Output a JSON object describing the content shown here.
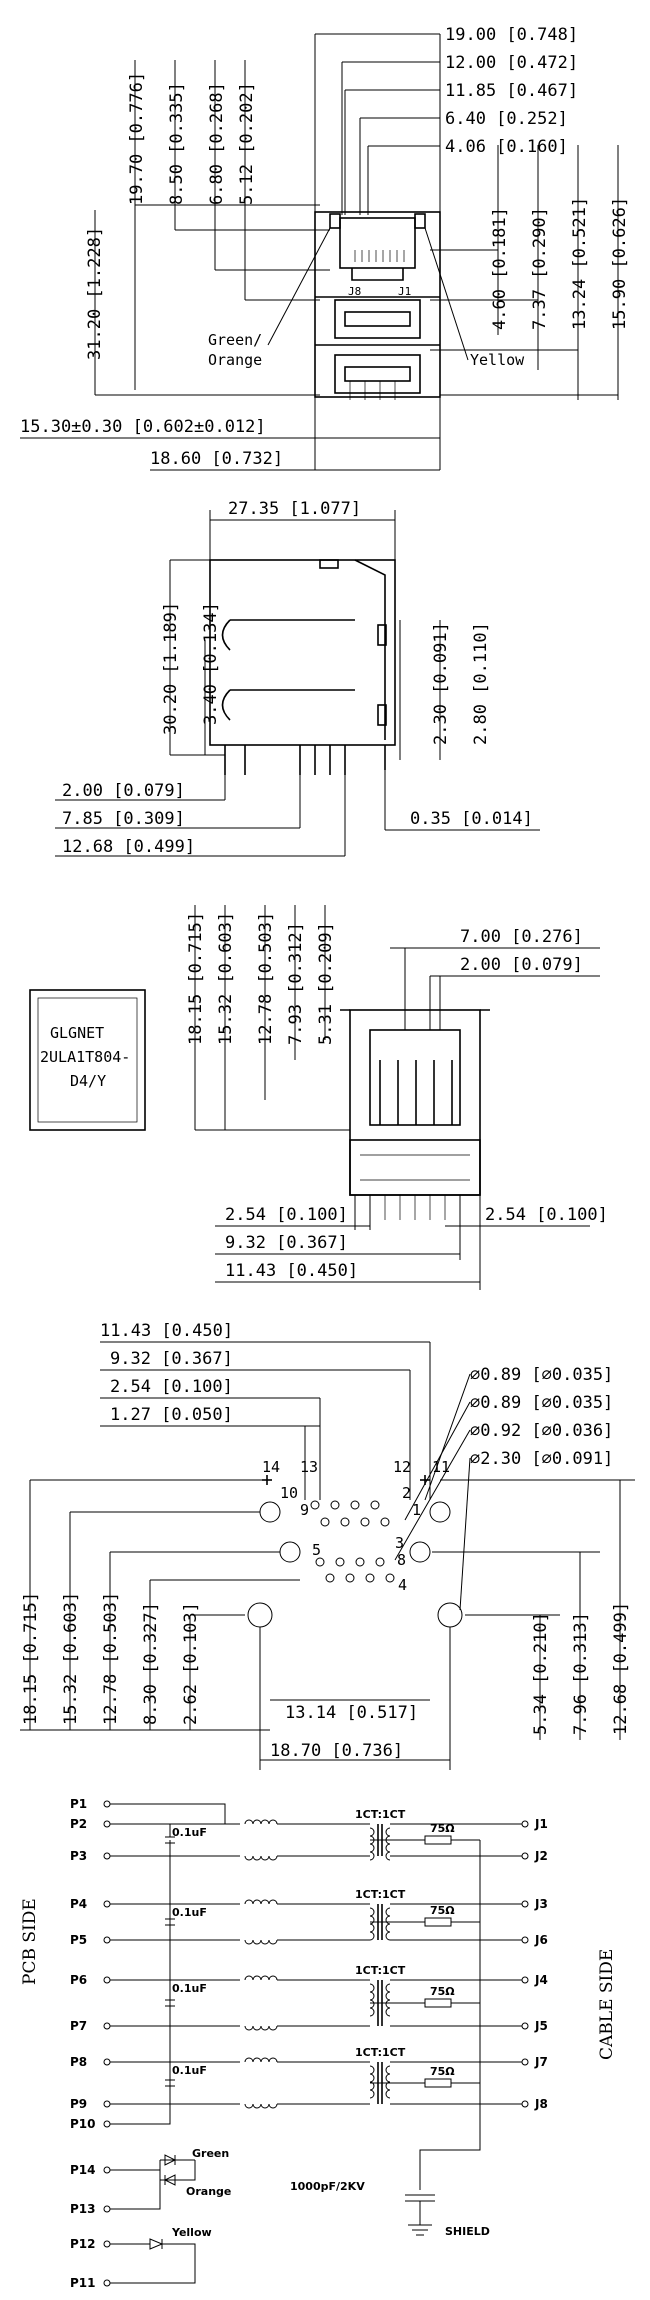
{
  "front_view": {
    "top_dims": [
      "19.00 [0.748]",
      "12.00 [0.472]",
      "11.85 [0.467]",
      "6.40 [0.252]",
      "4.06 [0.160]"
    ],
    "left_vertical_dims": [
      "19.70 [0.776]",
      "8.50 [0.335]",
      "6.80 [0.268]",
      "5.12 [0.202]"
    ],
    "far_left_dim": "31.20 [1.228]",
    "right_vertical_dims": [
      "4.60 [0.181]",
      "7.37 [0.290]",
      "13.24 [0.521]",
      "15.90 [0.626]"
    ],
    "pin_labels": [
      "J8",
      "J1"
    ],
    "led_label_left": "Green/\nOrange",
    "led_label_left_1": "Green/",
    "led_label_left_2": "Orange",
    "led_label_right": "Yellow",
    "bottom_dims": [
      "15.30±0.30 [0.602±0.012]",
      "18.60 [0.732]"
    ]
  },
  "side_view": {
    "top_dim": "27.35 [1.077]",
    "left_vertical_dims": [
      "30.20 [1.189]",
      "3.40 [0.134]"
    ],
    "right_vertical_dims": [
      "2.30 [0.091]",
      "2.80 [0.110]"
    ],
    "bottom_dims": [
      "2.00 [0.079]",
      "7.85 [0.309]",
      "12.68 [0.499]"
    ],
    "right_bottom_dim": "0.35 [0.014]"
  },
  "rear_view": {
    "label_box": [
      "GLGNET",
      "2ULA1T804-",
      "D4/Y"
    ],
    "left_vertical_dims": [
      "18.15 [0.715]",
      "15.32 [0.603]",
      "12.78 [0.503]",
      "7.93 [0.312]",
      "5.31 [0.209]"
    ],
    "top_dims": [
      "7.00 [0.276]",
      "2.00 [0.079]"
    ],
    "bottom_dims": [
      "2.54 [0.100]",
      "9.32 [0.367]",
      "11.43 [0.450]"
    ],
    "right_bottom_dim": "2.54 [0.100]"
  },
  "footprint": {
    "top_dims": [
      "11.43 [0.450]",
      "9.32 [0.367]",
      "2.54 [0.100]",
      "1.27 [0.050]"
    ],
    "hole_dims": [
      "⌀0.89 [⌀0.035]",
      "⌀0.89 [⌀0.035]",
      "⌀0.92 [⌀0.036]",
      "⌀2.30 [⌀0.091]"
    ],
    "pin_numbers": [
      "14",
      "13",
      "12",
      "11",
      "10",
      "9",
      "2",
      "1",
      "5",
      "3",
      "8",
      "4"
    ],
    "left_vertical_dims": [
      "18.15 [0.715]",
      "15.32 [0.603]",
      "12.78 [0.503]",
      "8.30 [0.327]",
      "2.62 [0.103]"
    ],
    "right_vertical_dims": [
      "5.34 [0.210]",
      "7.96 [0.313]",
      "12.68 [0.499]"
    ],
    "bottom_dims": [
      "13.14 [0.517]",
      "18.70 [0.736]"
    ]
  },
  "schematic": {
    "pcb_side": "PCB SIDE",
    "cable_side": "CABLE SIDE",
    "left_pins": [
      "P1",
      "P2",
      "P3",
      "P4",
      "P5",
      "P6",
      "P7",
      "P8",
      "P9",
      "P10"
    ],
    "right_pins": [
      "J1",
      "J2",
      "J3",
      "J6",
      "J4",
      "J5",
      "J7",
      "J8"
    ],
    "cap_label": "0.1uF",
    "ratio_label": "1CT:1CT",
    "resistor_label": "75Ω",
    "hv_cap": "1000pF/2KV",
    "shield": "SHIELD",
    "led_pins": [
      "P14",
      "P13",
      "P12",
      "P11"
    ],
    "led_green": "Green",
    "led_orange": "Orange",
    "led_yellow": "Yellow"
  }
}
